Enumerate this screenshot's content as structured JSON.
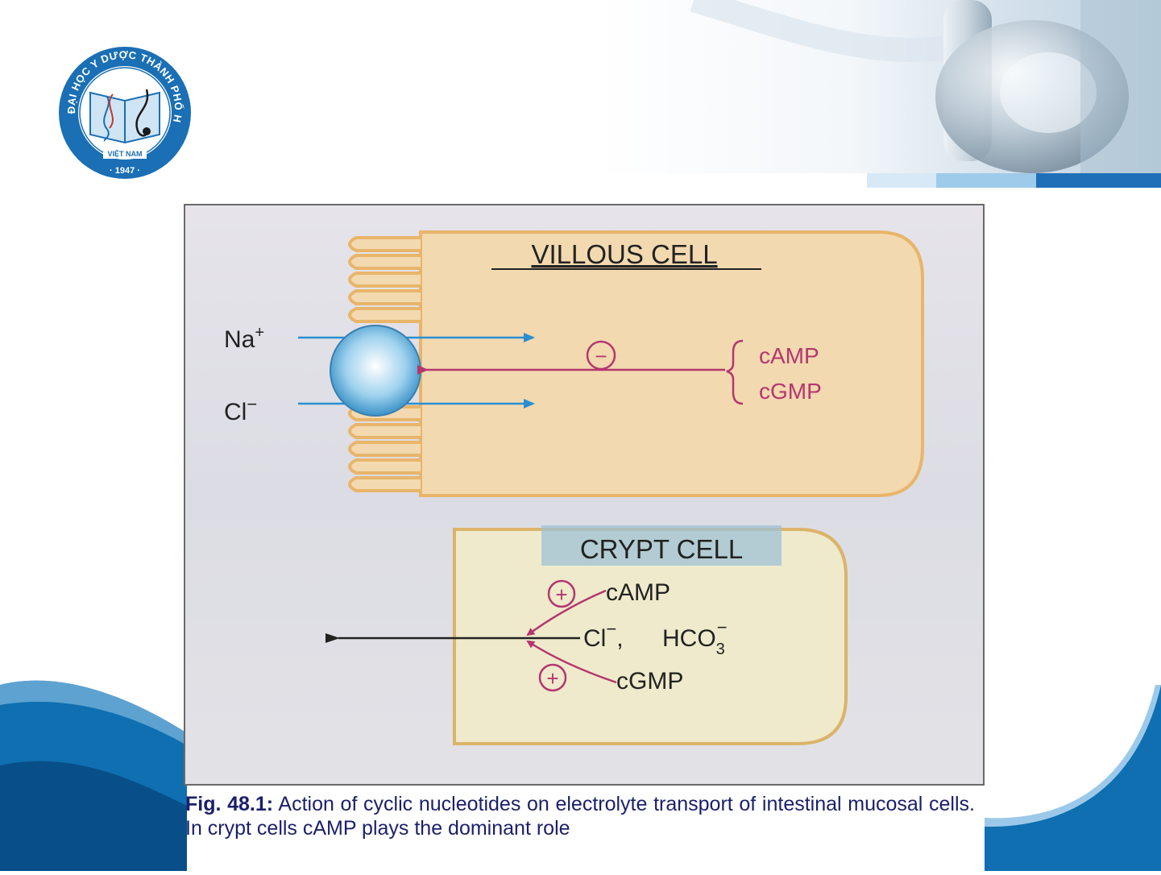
{
  "logo": {
    "ring_text": "ĐẠI HỌC Y DƯỢC THÀNH PHỐ HỒ CHÍ MINH",
    "country": "VIỆT NAM",
    "year": "· 1947 ·",
    "ring_color": "#1a6fb5"
  },
  "figure": {
    "villous_title": "VILLOUS CELL",
    "na_label": "Na",
    "na_charge": "+",
    "cl_label": "Cl",
    "cl_charge": "−",
    "inhibit_sign": "−",
    "camp_top": "cAMP",
    "cgmp_top": "cGMP",
    "crypt_title": "CRYPT CELL",
    "stim_sign": "+",
    "camp_crypt": "cAMP",
    "cgmp_crypt": "cGMP",
    "crypt_cl": "Cl",
    "crypt_cl_charge": "−",
    "crypt_comma": ",",
    "hco_label": "HCO",
    "hco_sub": "3",
    "hco_charge": "−",
    "colors": {
      "villous_fill": "#f2d9b0",
      "villous_stroke": "#e8b56a",
      "crypt_fill": "#eeeacb",
      "crypt_stroke": "#dcb36a",
      "blue_arrow": "#2a8fd0",
      "magenta": "#b5366f"
    }
  },
  "caption": {
    "label": "Fig. 48.1:",
    "text": "Action of cyclic nucleotides on electrolyte transport of intestinal mucosal cells. In crypt cells cAMP plays the dominant role"
  }
}
